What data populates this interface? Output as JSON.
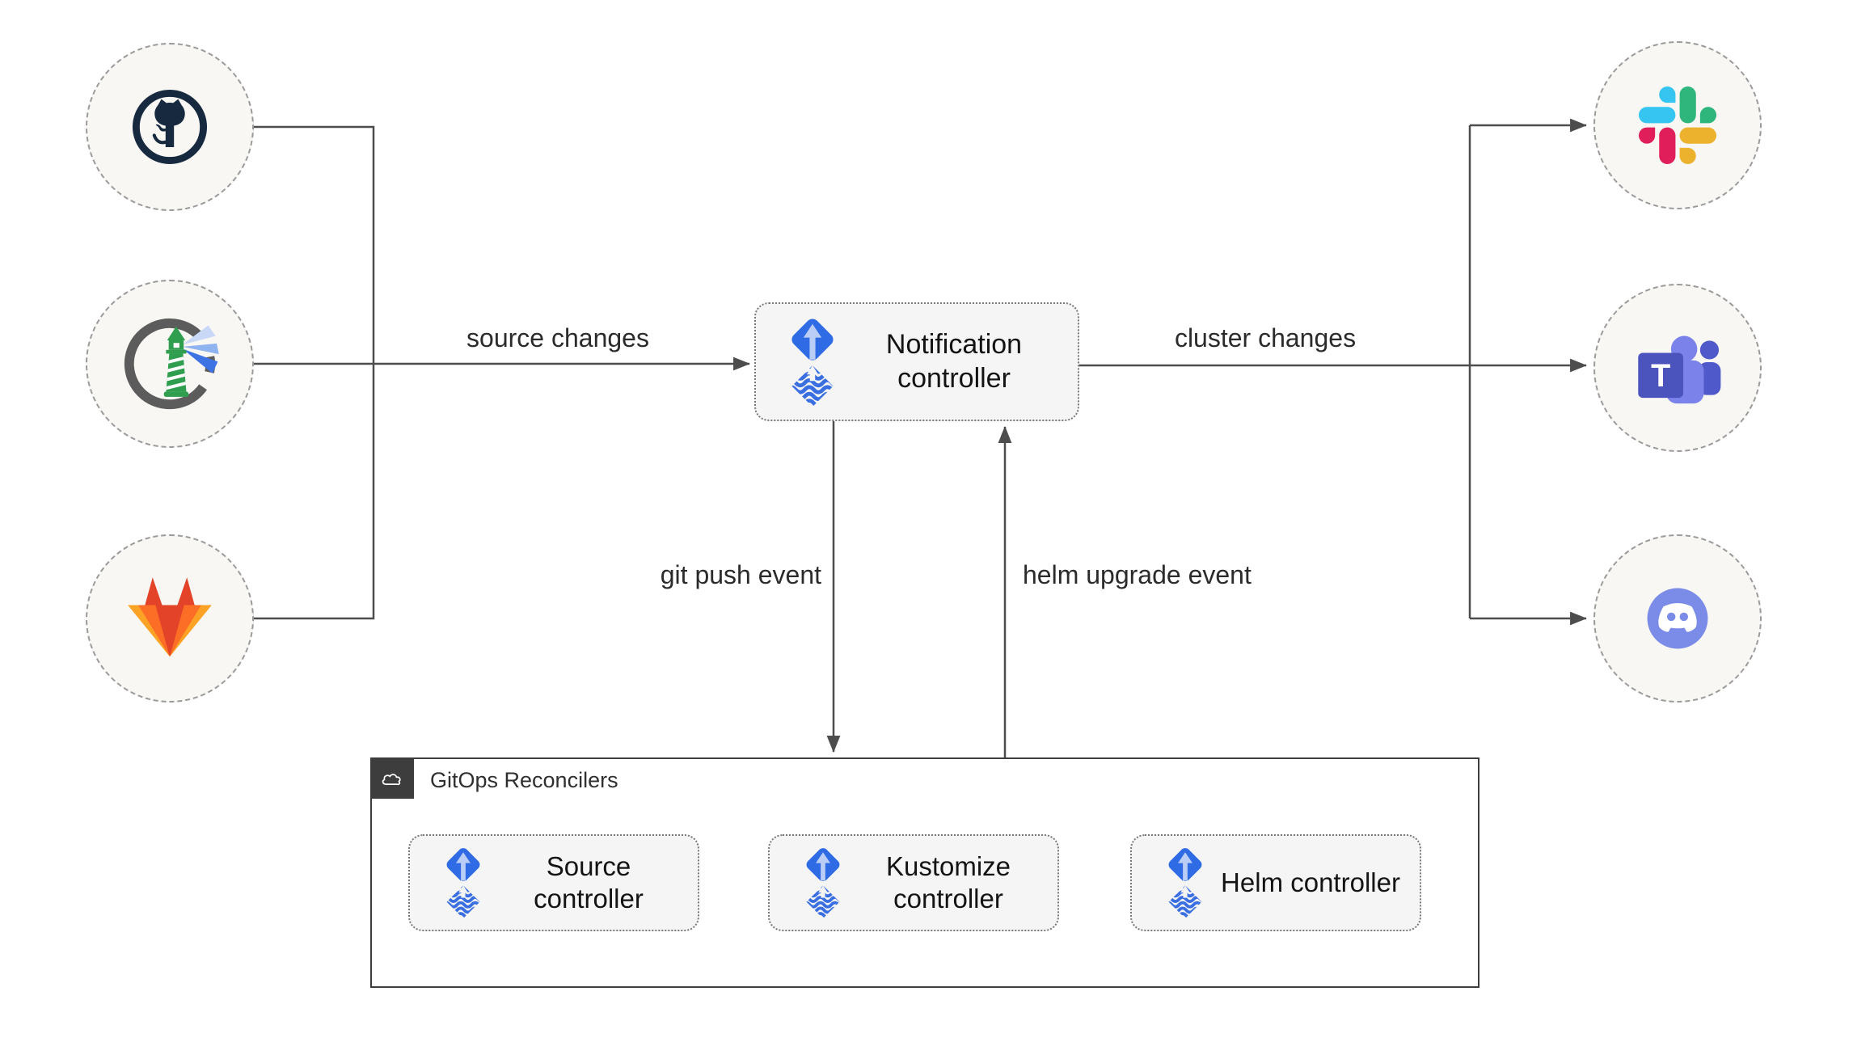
{
  "diagram": {
    "sources": [
      {
        "name": "GitHub",
        "icon": "github-icon"
      },
      {
        "name": "Harbor",
        "icon": "harbor-lighthouse-icon"
      },
      {
        "name": "GitLab",
        "icon": "gitlab-icon"
      }
    ],
    "providers": [
      {
        "name": "Slack",
        "icon": "slack-icon"
      },
      {
        "name": "Microsoft Teams",
        "icon": "teams-icon"
      },
      {
        "name": "Discord",
        "icon": "discord-icon"
      }
    ],
    "nodes": {
      "notification": {
        "label": "Notification controller",
        "icon": "flux-icon"
      },
      "source": {
        "label": "Source controller",
        "icon": "flux-icon"
      },
      "kustomize": {
        "label": "Kustomize controller",
        "icon": "flux-icon"
      },
      "helm": {
        "label": "Helm controller",
        "icon": "flux-icon"
      }
    },
    "container": {
      "label": "GitOps Reconcilers",
      "icon": "cloud-icon"
    },
    "edge_labels": {
      "source_changes": "source changes",
      "cluster_changes": "cluster changes",
      "git_push_event": "git push event",
      "helm_upgrade_event": "helm upgrade event"
    },
    "teams_letter": "T",
    "colors": {
      "line": "#4d4d4d",
      "node_fill": "#f5f5f5",
      "circle_fill": "#f8f7f4",
      "flux_blue": "#2e6be5",
      "flux_arrow_light": "#b9cdf6",
      "container_border": "#3d3d3d",
      "slack": [
        "#36c5f0",
        "#2eb67d",
        "#ecb22e",
        "#e01e5a"
      ],
      "gitlab": [
        "#e24329",
        "#fc6d26",
        "#fca326"
      ],
      "teams_purple": "#4b53bc",
      "discord_blurple": "#7a8ce8",
      "harbor_green": "#2f9e4e"
    }
  }
}
